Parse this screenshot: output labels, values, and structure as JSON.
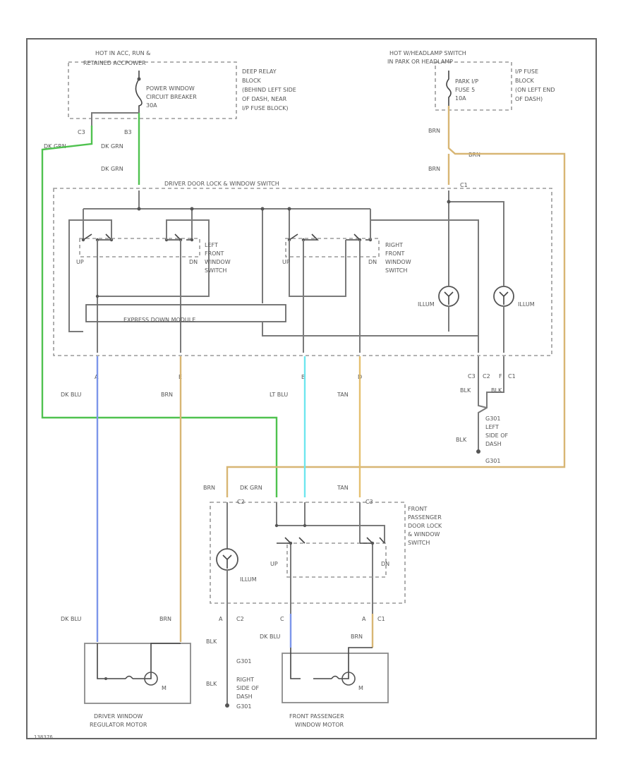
{
  "colors": {
    "dk_grn": "#4fc24f",
    "dk_blu": "#7d96ea",
    "brn": "#d8b674",
    "lt_blu": "#6ee6ee",
    "tan": "#e4c070",
    "wire": "#7a7a7a"
  },
  "top_left": {
    "box_title_1": "HOT IN ACC, RUN &",
    "box_title_2": "RETAINED ACCPOWER",
    "breaker_1": "POWER WINDOW",
    "breaker_2": "CIRCUIT BREAKER",
    "breaker_3": "30A",
    "relay_1": "DEEP RELAY",
    "relay_2": "BLOCK",
    "relay_3": "(BEHIND LEFT SIDE",
    "relay_4": "OF DASH, NEAR",
    "relay_5": "I/P FUSE BLOCK)",
    "pin_c3": "C3",
    "pin_b3": "B3",
    "wire_a": "DK GRN",
    "wire_b": "DK GRN",
    "wire_c": "DK GRN"
  },
  "top_right": {
    "title_1": "HOT W/HEADLAMP SWITCH",
    "title_2": "IN PARK OR HEADLAMP",
    "fuse_1": "PARK I/P",
    "fuse_2": "FUSE 5",
    "fuse_3": "10A",
    "block_1": "I/P FUSE",
    "block_2": "BLOCK",
    "block_3": "(ON LEFT END",
    "block_4": "OF DASH)",
    "wire_1": "BRN",
    "wire_2": "BRN",
    "wire_3": "BRN",
    "pin_c1": "C1"
  },
  "driver_switch": {
    "title": "DRIVER DOOR LOCK & WINDOW SWITCH",
    "left_1": "LEFT",
    "left_2": "FRONT",
    "left_3": "WINDOW",
    "left_4": "SWITCH",
    "right_1": "RIGHT",
    "right_2": "FRONT",
    "right_3": "WINDOW",
    "right_4": "SWITCH",
    "up": "UP",
    "dn": "DN",
    "module": "EXPRESS DOWN MODULE",
    "illum": "ILLUM"
  },
  "mid_wires": {
    "pin_a": "A",
    "pin_e": "E",
    "pin_b": "B",
    "pin_d": "D",
    "dk_blu": "DK BLU",
    "brn": "BRN",
    "lt_blu": "LT BLU",
    "tan": "TAN",
    "c3_pin": "C3",
    "c2_pin": "C2",
    "f_pin": "F",
    "c1_pin": "C1",
    "blk_1": "BLK",
    "blk_2": "BLK",
    "blk_3": "BLK",
    "g_1": "G301",
    "g_2": "LEFT",
    "g_3": "SIDE OF",
    "g_4": "DASH",
    "g_5": "G301"
  },
  "passenger_switch": {
    "brn": "BRN",
    "dk_grn": "DK GRN",
    "tan": "TAN",
    "c2": "C2",
    "c3": "C3",
    "title_1": "FRONT",
    "title_2": "PASSENGER",
    "title_3": "DOOR LOCK",
    "title_4": "& WINDOW",
    "title_5": "SWITCH",
    "up": "UP",
    "dn": "DN",
    "illum": "ILLUM"
  },
  "bottom": {
    "dk_blu_l": "DK BLU",
    "brn_l": "BRN",
    "pin_a": "A",
    "pin_c2": "C2",
    "blk_1": "BLK",
    "g_1": "G301",
    "blk_2": "BLK",
    "g_2": "RIGHT",
    "g_3": "SIDE OF",
    "g_4": "DASH",
    "g_5": "G301",
    "pin_c": "C",
    "pin_a2": "A",
    "pin_c1": "C1",
    "dk_blu_r": "DK BLU",
    "brn_r": "BRN",
    "driver_motor_1": "DRIVER WINDOW",
    "driver_motor_2": "REGULATOR MOTOR",
    "pass_motor_1": "FRONT PASSENGER",
    "pass_motor_2": "WINDOW MOTOR",
    "m": "M",
    "m2": "M",
    "footer": "138376"
  }
}
